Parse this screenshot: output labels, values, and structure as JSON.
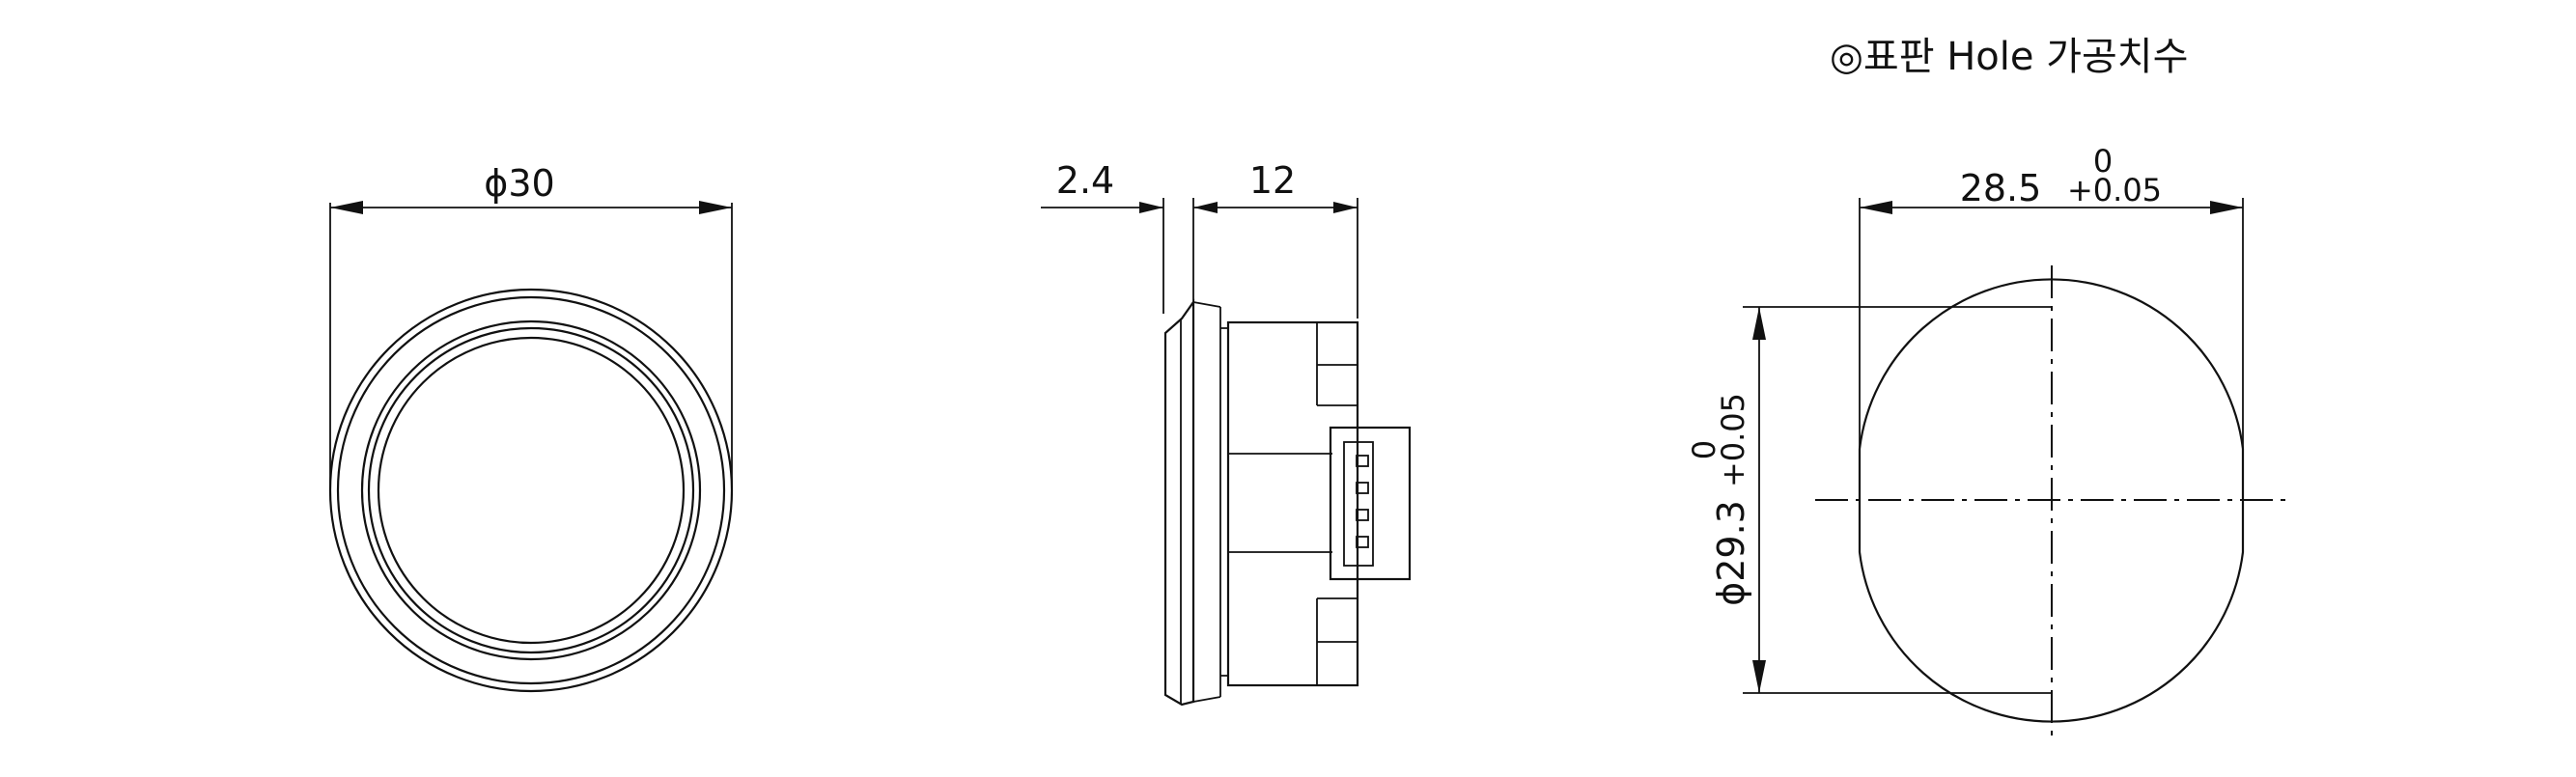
{
  "header": {
    "title": "◎표판 Hole 가공치수"
  },
  "front_view": {
    "diameter_label": "ϕ30"
  },
  "side_view": {
    "flange_label": "2.4",
    "body_label": "12"
  },
  "hole_view": {
    "width_label": "28.5",
    "width_tol_upper": "0",
    "width_tol_lower": "+0.05",
    "diameter_label": "ϕ29.3",
    "diameter_tol_upper": "0",
    "diameter_tol_lower": "+0.05"
  },
  "colors": {
    "line": "#111111",
    "background": "#ffffff"
  }
}
